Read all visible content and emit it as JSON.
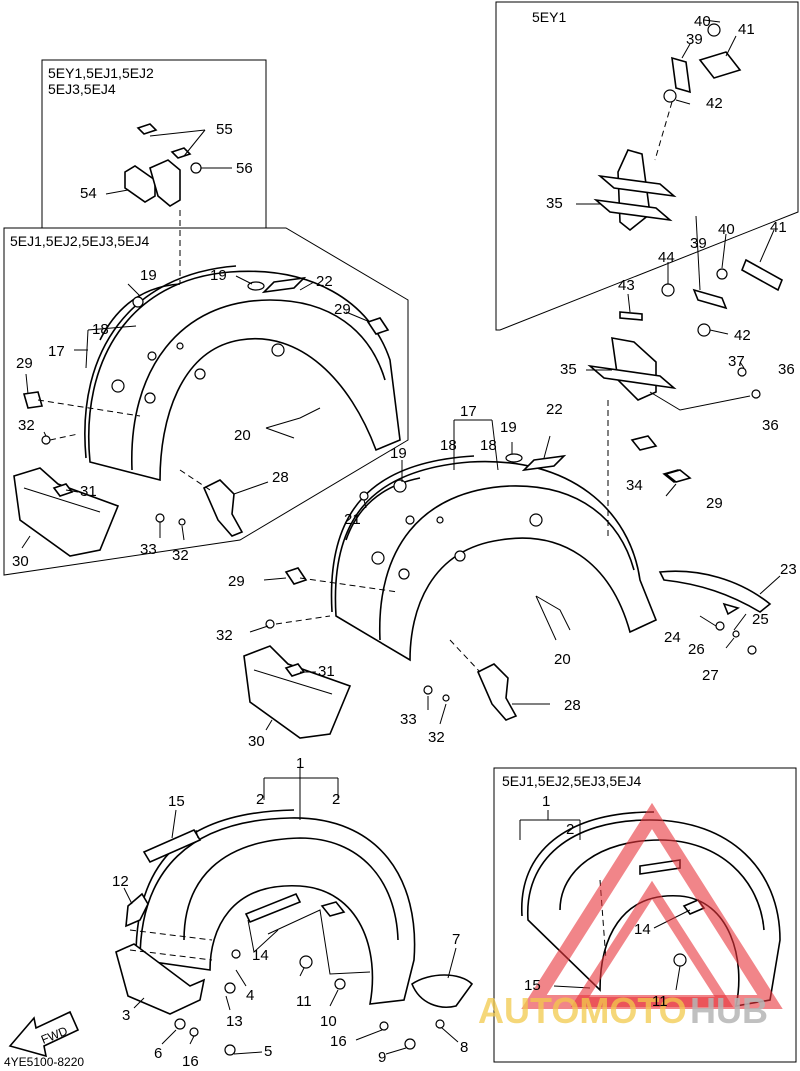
{
  "boxes": {
    "bracket_top_right": {
      "header": "5EY1"
    },
    "small_parts": {
      "header_line1": "5EY1,5EJ1,5EJ2",
      "header_line2": "5EJ3,5EJ4"
    },
    "rear_fender_variant": {
      "header": "5EJ1,5EJ2,5EJ3,5EJ4"
    },
    "front_fender_variant": {
      "header": "5EJ1,5EJ2,5EJ3,5EJ4"
    }
  },
  "callouts": {
    "n1": "1",
    "n2": "2",
    "n3": "3",
    "n4": "4",
    "n5": "5",
    "n6": "6",
    "n7": "7",
    "n8": "8",
    "n9": "9",
    "n10": "10",
    "n11": "11",
    "n12": "12",
    "n13": "13",
    "n14": "14",
    "n15": "15",
    "n16": "16",
    "n17": "17",
    "n18": "18",
    "n19": "19",
    "n20": "20",
    "n21": "21",
    "n22": "22",
    "n23": "23",
    "n24": "24",
    "n25": "25",
    "n26": "26",
    "n27": "27",
    "n28": "28",
    "n29": "29",
    "n30": "30",
    "n31": "31",
    "n32": "32",
    "n33": "33",
    "n34": "34",
    "n35": "35",
    "n36": "36",
    "n37": "37",
    "n39": "39",
    "n40": "40",
    "n41": "41",
    "n42": "42",
    "n43": "43",
    "n44": "44",
    "n54": "54",
    "n55": "55",
    "n56": "56"
  },
  "fwd_marker": "FWD",
  "figure_code": "4YE5100-8220",
  "watermark": {
    "part1": "AUTOMOTO",
    "part2": "HUB"
  },
  "colors": {
    "ink": "#000000",
    "watermark_red": "#e8333a",
    "watermark_gold": "#f2c94c",
    "watermark_gray": "#b5b5b5"
  }
}
